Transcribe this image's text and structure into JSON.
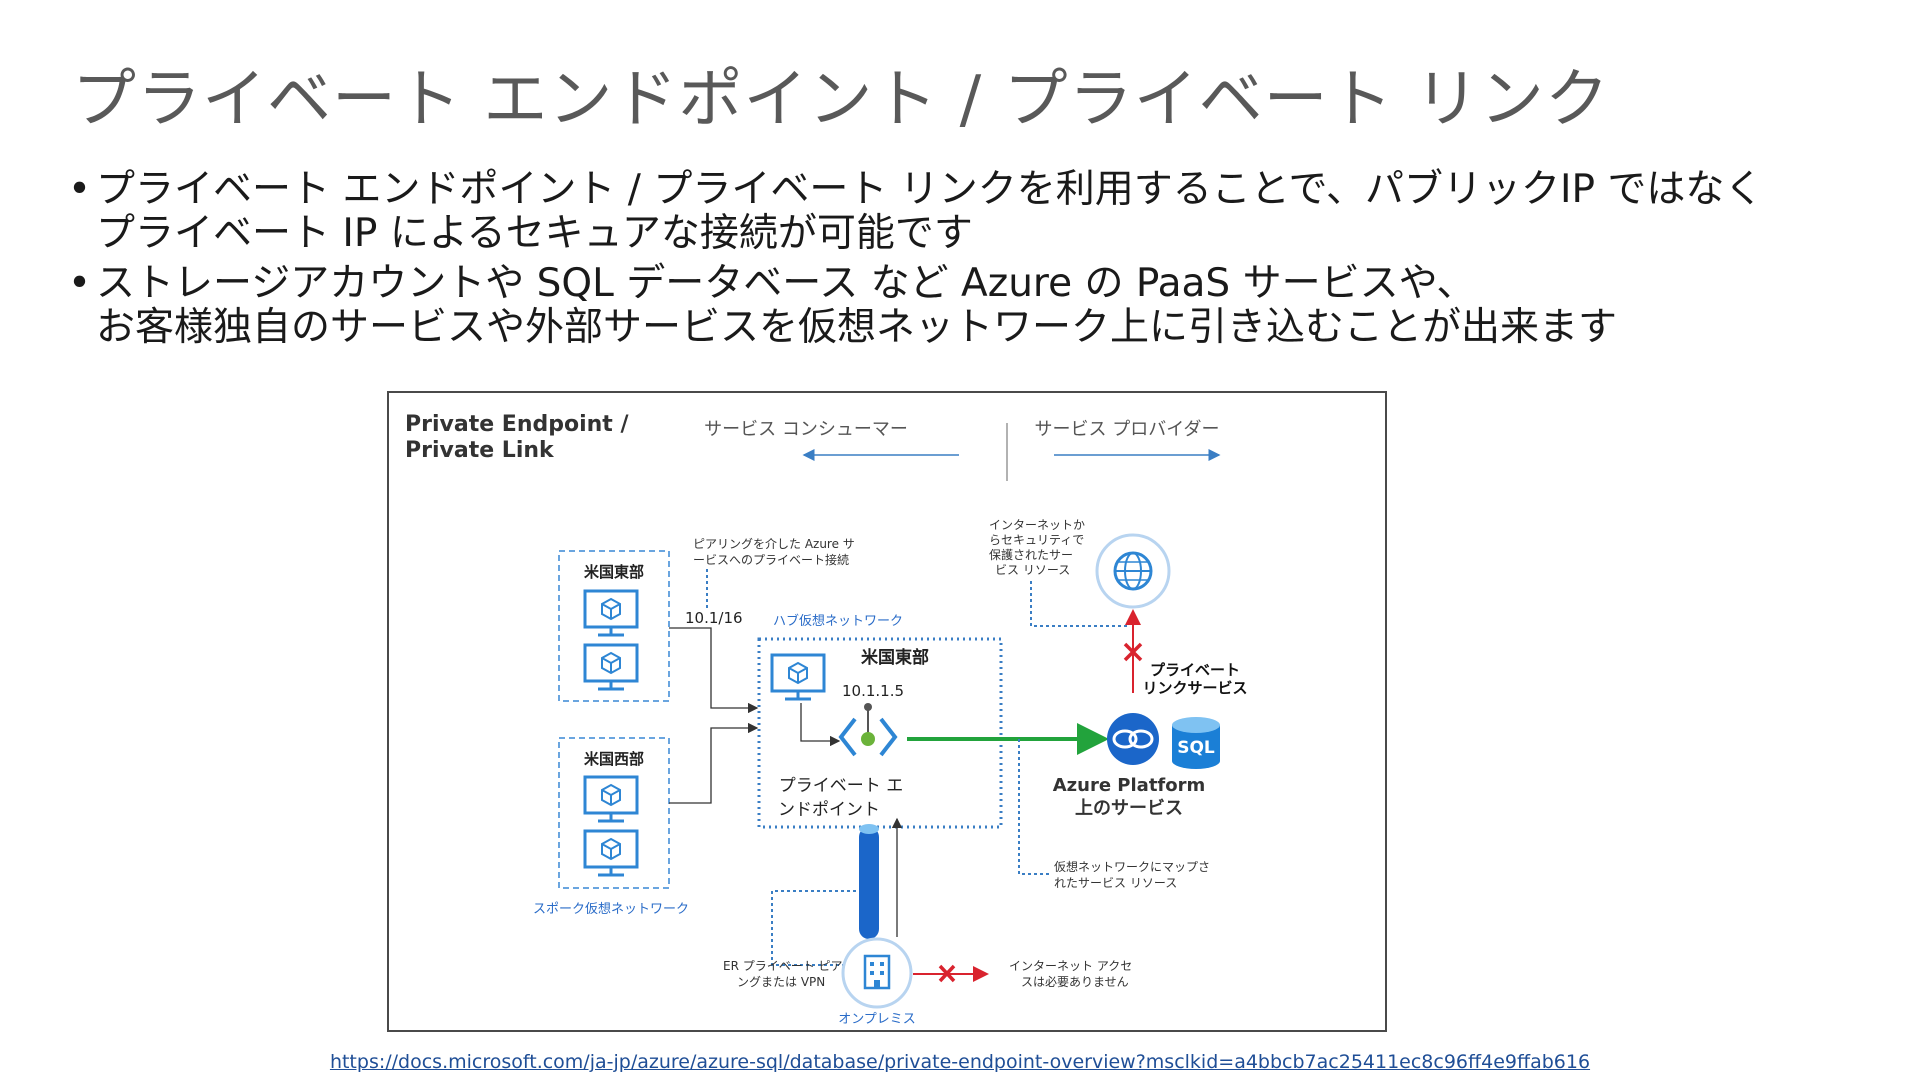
{
  "slide": {
    "title": "プライベート エンドポイント / プライベート リンク",
    "bullets": [
      [
        "プライベート エンドポイント / プライベート リンクを利用することで、パブリックIP ではなく",
        "プライベート IP によるセキュアな接続が可能です"
      ],
      [
        "ストレージアカウントや SQL データベース など Azure の PaaS サービスや、",
        "お客様独自のサービスや外部サービスを仮想ネットワーク上に引き込むことが出来ます"
      ]
    ],
    "reference_url": "https://docs.microsoft.com/ja-jp/azure/azure-sql/database/private-endpoint-overview?msclkid=a4bbcb7ac25411ec8c96ff4e9ffab616"
  },
  "diagram": {
    "title_line1": "Private Endpoint /",
    "title_line2": "Private Link",
    "consumer_label": "サービス コンシューマー",
    "provider_label": "サービス プロバイダー",
    "east_us": "米国東部",
    "west_us": "米国西部",
    "spoke_vnet": "スポーク仮想ネットワーク",
    "peering_note_1": "ピアリングを介した Azure サ",
    "peering_note_2": "ービスへのプライベート接続",
    "hub_cidr": "10.1/16",
    "hub_vnet": "ハブ仮想ネットワーク",
    "hub_region": "米国東部",
    "endpoint_ip": "10.1.1.5",
    "endpoint_label_1": "プライベート エ",
    "endpoint_label_2": "ンドポイント",
    "internet_note_1": "インターネットか",
    "internet_note_2": "らセキュリティで",
    "internet_note_3": "保護されたサー",
    "internet_note_4": "ビス リソース",
    "pls_label_1": "プライベート",
    "pls_label_2": "リンクサービス",
    "sql_label": "SQL",
    "platform_label_1": "Azure Platform",
    "platform_label_2": "上のサービス",
    "mapped_note_1": "仮想ネットワークにマップさ",
    "mapped_note_2": "れたサービス リソース",
    "er_note_1": "ER プライベート ピアリ",
    "er_note_2": "ングまたは VPN",
    "onprem_label": "オンプレミス",
    "no_internet_1": "インターネット アクセ",
    "no_internet_2": "スは必要ありません",
    "colors": {
      "accent_blue": "#2e86d4",
      "dotted_blue": "#3a7ec4",
      "green_arrow": "#22a33c",
      "red_x": "#d9232e",
      "pls_icon": "#1b66c9",
      "label_blue": "#2a6cc8"
    },
    "icons": [
      "vm-icon",
      "globe-icon",
      "private-link-icon",
      "sql-database-icon",
      "building-icon",
      "private-endpoint-icon"
    ]
  }
}
